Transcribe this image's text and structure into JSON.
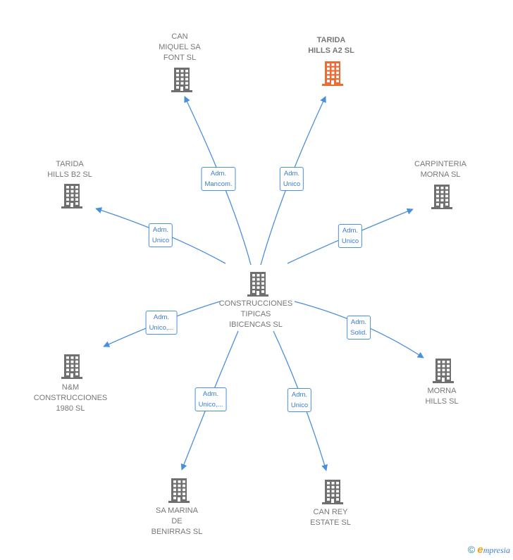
{
  "center": {
    "name": "CONSTRUCCIONES\nTIPICAS\nIBICENCAS SL"
  },
  "nodes": [
    {
      "id": "can-miquel",
      "name": "CAN\nMIQUEL SA\nFONT  SL",
      "highlight": false
    },
    {
      "id": "tarida-a2",
      "name": "TARIDA\nHILLS A2  SL",
      "highlight": true
    },
    {
      "id": "tarida-b2",
      "name": "TARIDA\nHILLS B2  SL",
      "highlight": false
    },
    {
      "id": "carpinteria",
      "name": "CARPINTERIA\nMORNA  SL",
      "highlight": false
    },
    {
      "id": "nm",
      "name": "N&M\nCONSTRUCCIONES\n1980   SL",
      "highlight": false
    },
    {
      "id": "morna",
      "name": "MORNA\nHILLS  SL",
      "highlight": false
    },
    {
      "id": "sa-marina",
      "name": "SA MARINA\nDE\nBENIRRAS  SL",
      "highlight": false
    },
    {
      "id": "can-rey",
      "name": "CAN REY\nESTATE  SL",
      "highlight": false
    }
  ],
  "edges": [
    {
      "to": "can-miquel",
      "label": "Adm.\nMancom."
    },
    {
      "to": "tarida-a2",
      "label": "Adm.\nUnico"
    },
    {
      "to": "tarida-b2",
      "label": "Adm.\nUnico"
    },
    {
      "to": "carpinteria",
      "label": "Adm.\nUnico"
    },
    {
      "to": "nm",
      "label": "Adm.\nUnico,..."
    },
    {
      "to": "morna",
      "label": "Adm.\nSolid."
    },
    {
      "to": "sa-marina",
      "label": "Adm.\nUnico,..."
    },
    {
      "to": "can-rey",
      "label": "Adm.\nUnico"
    }
  ],
  "colors": {
    "edge": "#4a8fdc",
    "building": "#6f6f6f",
    "building_highlight": "#f06a35"
  },
  "icons": {
    "node": "building-icon",
    "brand": "copyright-icon"
  },
  "brand": {
    "copyright": "©",
    "e": "e",
    "rest": "mpresia"
  }
}
